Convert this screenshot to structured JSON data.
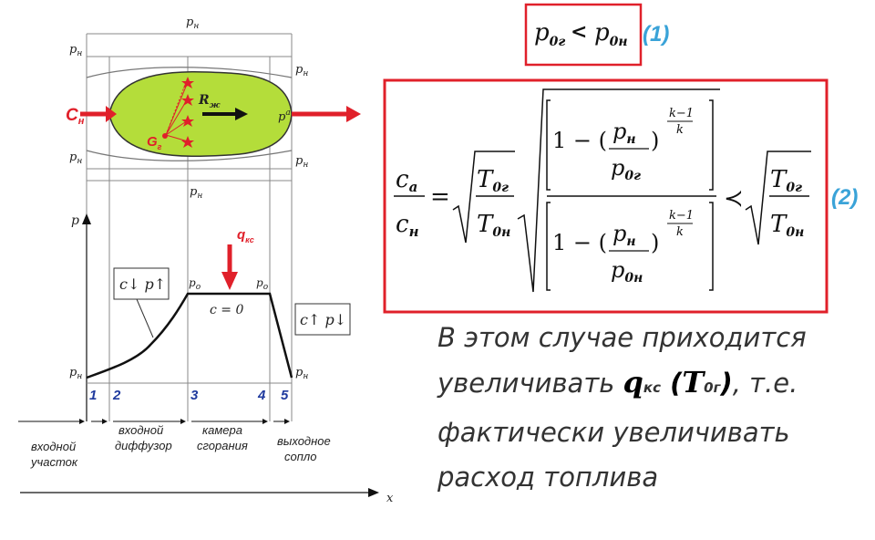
{
  "diagram": {
    "labels": {
      "p_top": "p",
      "p_sub_n": "н",
      "c_label": "C",
      "c_sub": "н",
      "r_label": "R",
      "r_sub": "ж",
      "g_label": "G",
      "g_sub": "г",
      "pa_label": "p",
      "pa_sub": "a",
      "p_axis": "p",
      "q_label": "q",
      "q_sub": "кс",
      "po_label": "p",
      "po_sub": "o",
      "c_zero": "c = 0",
      "box_left": "c↓ p↑",
      "box_right": "c↑ p↓",
      "x_axis": "x"
    },
    "sections": [
      "1",
      "2",
      "3",
      "4",
      "5"
    ],
    "section_names": [
      [
        "входной",
        "участок"
      ],
      [
        "входной",
        "диффузор"
      ],
      [
        "камера",
        "сгорания"
      ],
      [
        "выходное",
        "сопло"
      ]
    ]
  },
  "formula1": {
    "text_left": "p",
    "sub_left": "0г",
    "op": "<",
    "text_right": "p",
    "sub_right": "0н",
    "ref": "(1)"
  },
  "formula2": {
    "c": "c",
    "a": "a",
    "n": "н",
    "T": "T",
    "sub_0g": "0г",
    "sub_0n": "0н",
    "one_minus": "1 − (",
    "p": "p",
    "close": ")",
    "exp_num": "k−1",
    "exp_den": "k",
    "eq": "=",
    "lt": "≺",
    "ref": "(2)"
  },
  "caption": {
    "line1": "В этом случае приходится",
    "line2_a": "увеличивать ",
    "q": "q",
    "q_sub": "кс",
    "paren_open": " (",
    "T": "T",
    "T_sub": "0г",
    "paren_close": ")",
    "line2_b": ", т.е.",
    "line3": "фактически увеличивать",
    "line4": "расход топлива"
  },
  "colors": {
    "body_fill": "#b4dd3a",
    "red": "#e0202a",
    "blue": "#3aa3d8"
  }
}
